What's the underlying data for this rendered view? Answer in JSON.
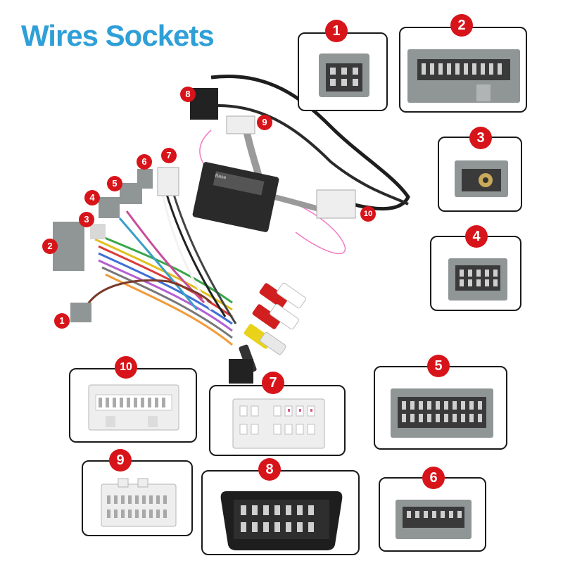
{
  "title": "Wires Sockets",
  "colors": {
    "title": "#2f9fd8",
    "badge": "#d7141a",
    "grey_plastic": "#8f9695",
    "white_plastic": "#eeeeee",
    "black_plastic": "#222222"
  },
  "boxes": [
    {
      "id": "1",
      "label": "1"
    },
    {
      "id": "2",
      "label": "2"
    },
    {
      "id": "3",
      "label": "3"
    },
    {
      "id": "4",
      "label": "4"
    },
    {
      "id": "10",
      "label": "10"
    },
    {
      "id": "7",
      "label": "7"
    },
    {
      "id": "5",
      "label": "5"
    },
    {
      "id": "9",
      "label": "9"
    },
    {
      "id": "8",
      "label": "8"
    },
    {
      "id": "6",
      "label": "6"
    }
  ],
  "harness_labels": [
    "1",
    "2",
    "3",
    "4",
    "5",
    "6",
    "7",
    "8",
    "9",
    "10"
  ],
  "module": {
    "brand": "Base"
  }
}
